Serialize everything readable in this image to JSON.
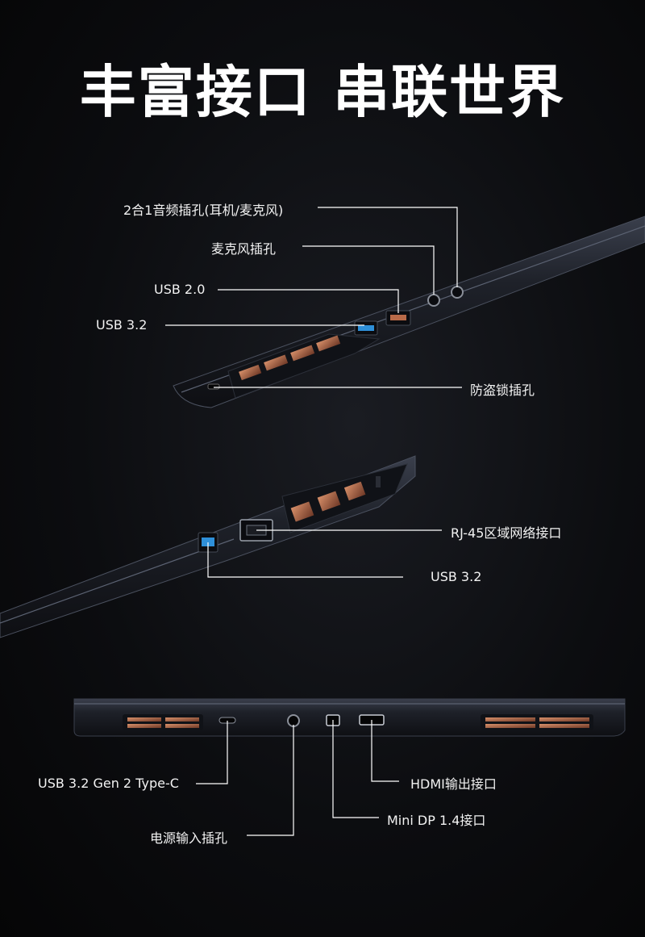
{
  "title": "丰富接口 串联世界",
  "side_left": {
    "labels": {
      "audio_combo": "2合1音频插孔(耳机/麦克风)",
      "mic": "麦克风插孔",
      "usb20": "USB 2.0",
      "usb32": "USB 3.2",
      "lock": "防盗锁插孔"
    }
  },
  "side_right": {
    "labels": {
      "rj45": "RJ-45区域网络接口",
      "usb32": "USB 3.2"
    }
  },
  "rear": {
    "labels": {
      "typec": "USB 3.2 Gen 2 Type-C",
      "power": "电源输入插孔",
      "hdmi": "HDMI输出接口",
      "minidp": "Mini DP 1.4接口"
    }
  },
  "colors": {
    "background": "#0c0d10",
    "laptop_body": "#1d2029",
    "usb32_port": "#2e8fd8",
    "vent_copper": "#b86a48",
    "line": "#ffffff"
  }
}
